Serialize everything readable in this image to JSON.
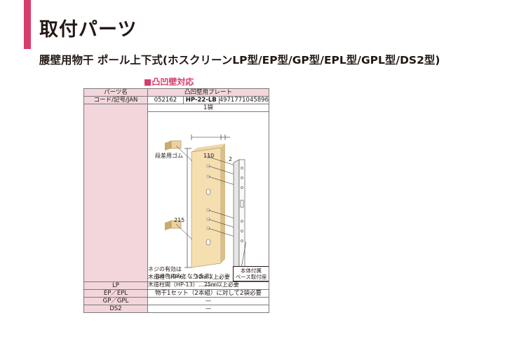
{
  "header": {
    "title": "取付パーツ",
    "subtitle": "腰壁用物干 ポール上下式(ホスクリーンLP型/EP型/GP型/EPL型/GPL型/DS2型)"
  },
  "section": {
    "label": "■凸凹壁対応"
  },
  "table": {
    "parts_name_label": "パーツ名",
    "parts_name_value": "凸凹壁用プレート",
    "code_label": "コード/記号/JAN",
    "code": "052162",
    "symbol": "HP-22-LB",
    "jan": "4971771045896",
    "quantity": "1袋",
    "diagram": {
      "rubber_label": "段差用ゴム",
      "width_dim": "110",
      "thickness_dim": "2",
      "height_dim": "215",
      "note_color": "（LB色のみとなります）",
      "callout_line1": "本体付属",
      "callout_line2": "ベース取付座",
      "screw_line1": "ネジの有効は",
      "screw_line2": "木造柱（HP-6）…30㎜以上必要",
      "screw_line3": "木造柱間（HP-13）…25㎜以上必要"
    },
    "rows": [
      {
        "label": "LP",
        "value": "—"
      },
      {
        "label": "EP／EPL",
        "value": "物干1セット（2本組）に対して2袋必要"
      },
      {
        "label": "GP／GPL",
        "value": "—"
      },
      {
        "label": "DS2",
        "value": "—"
      }
    ]
  },
  "colors": {
    "accent": "#d63c6b",
    "header_cell": "#f2d6dc",
    "plate": "#f5deb0",
    "rubber": "#ecd29a"
  }
}
